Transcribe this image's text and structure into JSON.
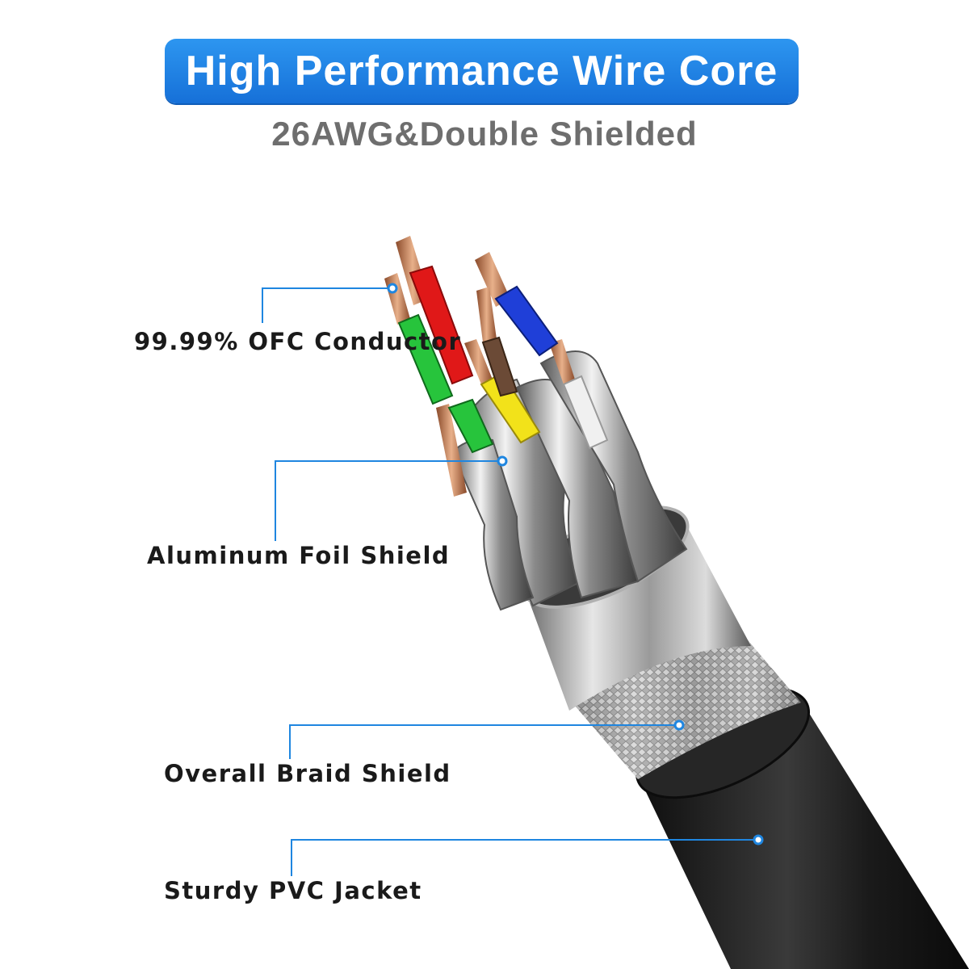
{
  "header": {
    "title": "High Performance Wire Core",
    "subtitle": "26AWG&Double Shielded"
  },
  "callouts": [
    {
      "label": "99.99% OFC Conductor"
    },
    {
      "label": "Aluminum Foil Shield"
    },
    {
      "label": "Overall Braid Shield"
    },
    {
      "label": "Sturdy PVC Jacket"
    }
  ],
  "colors": {
    "banner": "#1a7fe6",
    "callout_line": "#1f86e0",
    "jacket": "#1b1b1b",
    "wire_red": "#e01818",
    "wire_blue": "#1f3fd8",
    "wire_green": "#27c43c",
    "wire_yellow": "#f2e21a",
    "wire_brown": "#6b4a36",
    "wire_white": "#f0f0f0",
    "copper": "#c0805a"
  }
}
